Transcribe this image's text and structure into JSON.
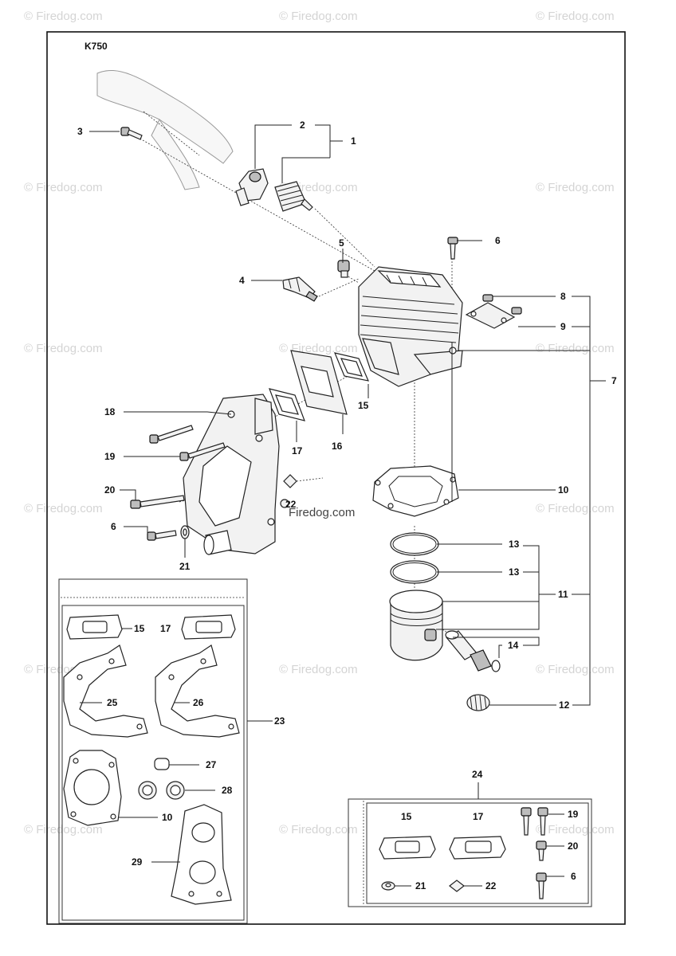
{
  "model": "K750",
  "watermark": "© Firedog.com",
  "site_label": "Firedog.com",
  "callouts": {
    "c1": "1",
    "c2": "2",
    "c3": "3",
    "c4": "4",
    "c5": "5",
    "c6a": "6",
    "c6b": "6",
    "c6c": "6",
    "c7": "7",
    "c8": "8",
    "c9": "9",
    "c10a": "10",
    "c10b": "10",
    "c11": "11",
    "c12": "12",
    "c13a": "13",
    "c13b": "13",
    "c14": "14",
    "c15a": "15",
    "c15b": "15",
    "c15c": "15",
    "c16": "16",
    "c17a": "17",
    "c17b": "17",
    "c17c": "17",
    "c18": "18",
    "c19a": "19",
    "c19b": "19",
    "c20a": "20",
    "c20b": "20",
    "c21a": "21",
    "c21b": "21",
    "c22a": "22",
    "c22b": "22",
    "c23": "23",
    "c24": "24",
    "c25": "25",
    "c26": "26",
    "c27": "27",
    "c28": "28",
    "c29": "29"
  }
}
